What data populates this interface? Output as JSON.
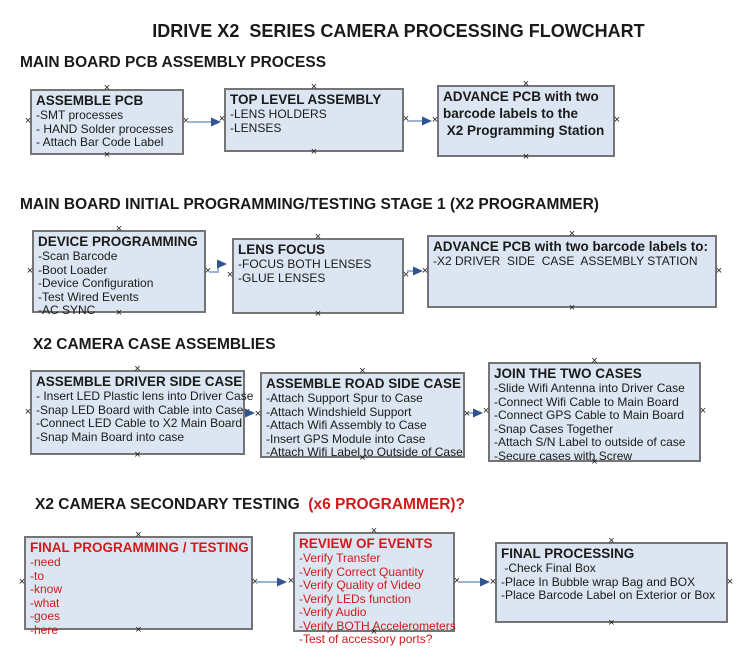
{
  "title": "IDRIVE X2  SERIES CAMERA PROCESSING FLOWCHART",
  "colors": {
    "box_fill": "#dce6f2",
    "box_border": "#757575",
    "arrow_line": "#9ab3d4",
    "arrow_head": "#31538f",
    "accent_red": "#d11a1a",
    "text": "#1a1a1a"
  },
  "icons": {
    "connector_handle": "×",
    "arrow": "right-arrow"
  },
  "sections": [
    {
      "heading": {
        "text": "MAIN BOARD PCB ASSEMBLY PROCESS",
        "suffix": ""
      },
      "boxes": [
        {
          "title": "ASSEMBLE PCB",
          "items": [
            "-SMT processes",
            "- HAND Solder processes",
            "- Attach Bar Code Label"
          ]
        },
        {
          "title": "TOP LEVEL ASSEMBLY",
          "items": [
            "-LENS HOLDERS",
            "-LENSES"
          ]
        },
        {
          "title_lines": [
            "ADVANCE PCB with two",
            "barcode labels to the",
            " X2 Programming Station"
          ],
          "items": []
        }
      ]
    },
    {
      "heading": {
        "text": "MAIN BOARD INITIAL PROGRAMMING/TESTING STAGE 1 (X2 PROGRAMMER)",
        "suffix": ""
      },
      "boxes": [
        {
          "title": "DEVICE PROGRAMMING",
          "items": [
            "-Scan Barcode",
            "-Boot Loader",
            "-Device Configuration",
            "-Test Wired Events",
            "-AC SYNC"
          ]
        },
        {
          "title": "LENS FOCUS",
          "items": [
            "-FOCUS BOTH LENSES",
            "-GLUE LENSES"
          ]
        },
        {
          "title": "ADVANCE PCB with two barcode labels to:",
          "items": [
            "-X2 DRIVER  SIDE  CASE  ASSEMBLY STATION"
          ]
        }
      ]
    },
    {
      "heading": {
        "text": "X2 CAMERA CASE ASSEMBLIES",
        "suffix": ""
      },
      "boxes": [
        {
          "title": "ASSEMBLE DRIVER SIDE CASE",
          "items": [
            "- Insert LED Plastic lens into Driver Case",
            "-Snap LED Board with Cable into Case",
            "-Connect LED Cable to X2 Main Board",
            "-Snap Main Board into case"
          ]
        },
        {
          "title": "ASSEMBLE ROAD SIDE CASE",
          "items": [
            "-Attach Support Spur to Case",
            "-Attach Windshield Support",
            "-Attach Wifi Assembly to Case",
            "-Insert GPS Module into Case",
            "-Attach Wifi Label to Outside of Case"
          ]
        },
        {
          "title": "JOIN THE TWO CASES",
          "items": [
            "-Slide Wifi Antenna into Driver Case",
            "-Connect Wifi Cable to Main Board",
            "-Connect GPS Cable to Main Board",
            "-Snap Cases Together",
            "-Attach S/N Label to outside of case",
            "-Secure cases with Screw"
          ]
        }
      ]
    },
    {
      "heading": {
        "text": "X2 CAMERA SECONDARY TESTING  ",
        "suffix": "(x6 PROGRAMMER)?"
      },
      "boxes": [
        {
          "title": "FINAL PROGRAMMING / TESTING",
          "items": [
            "-need",
            "-to",
            "-know",
            "-what",
            "-goes",
            "-here"
          ]
        },
        {
          "title": "REVIEW OF EVENTS",
          "items": [
            "-Verify Transfer",
            "-Verify Correct Quantity",
            "-Verify Quality of Video",
            "-Verify LEDs function",
            "-Verify Audio",
            "-Verify BOTH Accelerometers",
            "-Test of accessory ports?"
          ]
        },
        {
          "title": "FINAL PROCESSING",
          "items": [
            " -Check Final Box",
            "-Place In Bubble wrap Bag and BOX",
            "-Place Barcode Label on Exterior or Box"
          ]
        }
      ]
    }
  ]
}
